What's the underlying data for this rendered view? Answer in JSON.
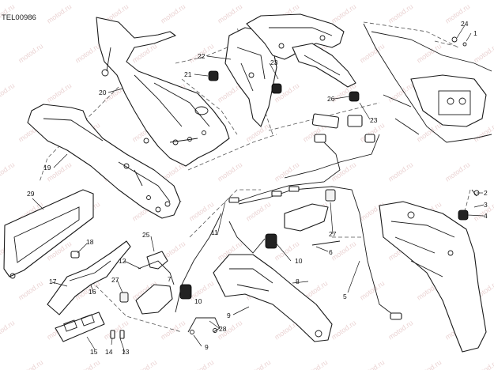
{
  "diagram_code": "TEL00986",
  "watermark_text": "motod.ru",
  "callouts": [
    "1",
    "2",
    "3",
    "4",
    "5",
    "6",
    "7",
    "8",
    "9",
    "9",
    "10",
    "10",
    "11",
    "12",
    "13",
    "14",
    "15",
    "16",
    "17",
    "18",
    "19",
    "20",
    "21",
    "22",
    "23",
    "23",
    "24",
    "25",
    "26",
    "27",
    "27",
    "28",
    "29"
  ],
  "colors": {
    "line": "#1a1a1a",
    "rubber": "#222222",
    "watermark": "#d9aeae",
    "background": "#ffffff"
  }
}
